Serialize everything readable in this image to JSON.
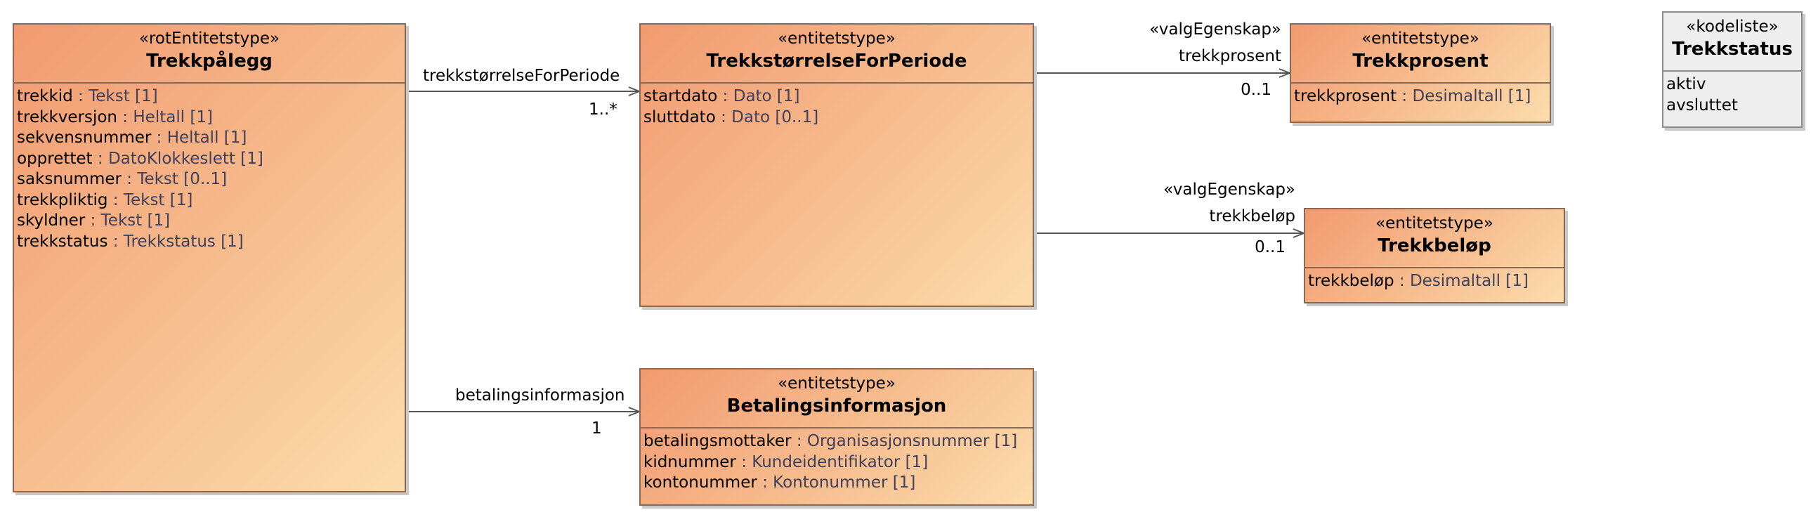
{
  "classes": {
    "trekkpaalegg": {
      "stereotype": "«rotEntitetstype»",
      "name": "Trekkpålegg",
      "attributes": [
        {
          "name": "trekkid",
          "type": " : Tekst [1]"
        },
        {
          "name": "trekkversjon",
          "type": " : Heltall [1]"
        },
        {
          "name": "sekvensnummer",
          "type": " : Heltall [1]"
        },
        {
          "name": "opprettet",
          "type": " : DatoKlokkeslett [1]"
        },
        {
          "name": "saksnummer",
          "type": " : Tekst [0..1]"
        },
        {
          "name": "trekkpliktig",
          "type": " : Tekst [1]"
        },
        {
          "name": "skyldner",
          "type": " : Tekst [1]"
        },
        {
          "name": "trekkstatus",
          "type": " : Trekkstatus [1]"
        }
      ]
    },
    "trekkstorrelse": {
      "stereotype": "«entitetstype»",
      "name": "TrekkstørrelseForPeriode",
      "attributes": [
        {
          "name": "startdato",
          "type": " : Dato [1]"
        },
        {
          "name": "sluttdato",
          "type": " : Dato [0..1]"
        }
      ]
    },
    "trekkprosent": {
      "stereotype": "«entitetstype»",
      "name": "Trekkprosent",
      "attributes": [
        {
          "name": "trekkprosent",
          "type": " : Desimaltall [1]"
        }
      ]
    },
    "trekkbelop": {
      "stereotype": "«entitetstype»",
      "name": "Trekkbeløp",
      "attributes": [
        {
          "name": "trekkbeløp",
          "type": " : Desimaltall [1]"
        }
      ]
    },
    "betalingsinformasjon": {
      "stereotype": "«entitetstype»",
      "name": "Betalingsinformasjon",
      "attributes": [
        {
          "name": "betalingsmottaker",
          "type": " : Organisasjonsnummer [1]"
        },
        {
          "name": "kidnummer",
          "type": " : Kundeidentifikator [1]"
        },
        {
          "name": "kontonummer",
          "type": " : Kontonummer [1]"
        }
      ]
    },
    "trekkstatus": {
      "stereotype": "«kodeliste»",
      "name": "Trekkstatus",
      "attributes": [
        {
          "name": "aktiv",
          "type": ""
        },
        {
          "name": "avsluttet",
          "type": ""
        }
      ]
    }
  },
  "associations": {
    "trekkstorrelse_for_periode": {
      "role": "trekkstørrelseForPeriode",
      "multiplicity": "1..*"
    },
    "trekkprosent": {
      "stereotype": "«valgEgenskap»",
      "role": "trekkprosent",
      "multiplicity": "0..1"
    },
    "trekkbelop": {
      "stereotype": "«valgEgenskap»",
      "role": "trekkbeløp",
      "multiplicity": "0..1"
    },
    "betalingsinformasjon": {
      "role": "betalingsinformasjon",
      "multiplicity": "1"
    }
  },
  "colors": {
    "class_fill_start": "#f29a70",
    "class_fill_end": "#fcdcac",
    "codelist_fill": "#eeeeee",
    "line": "#555555"
  }
}
